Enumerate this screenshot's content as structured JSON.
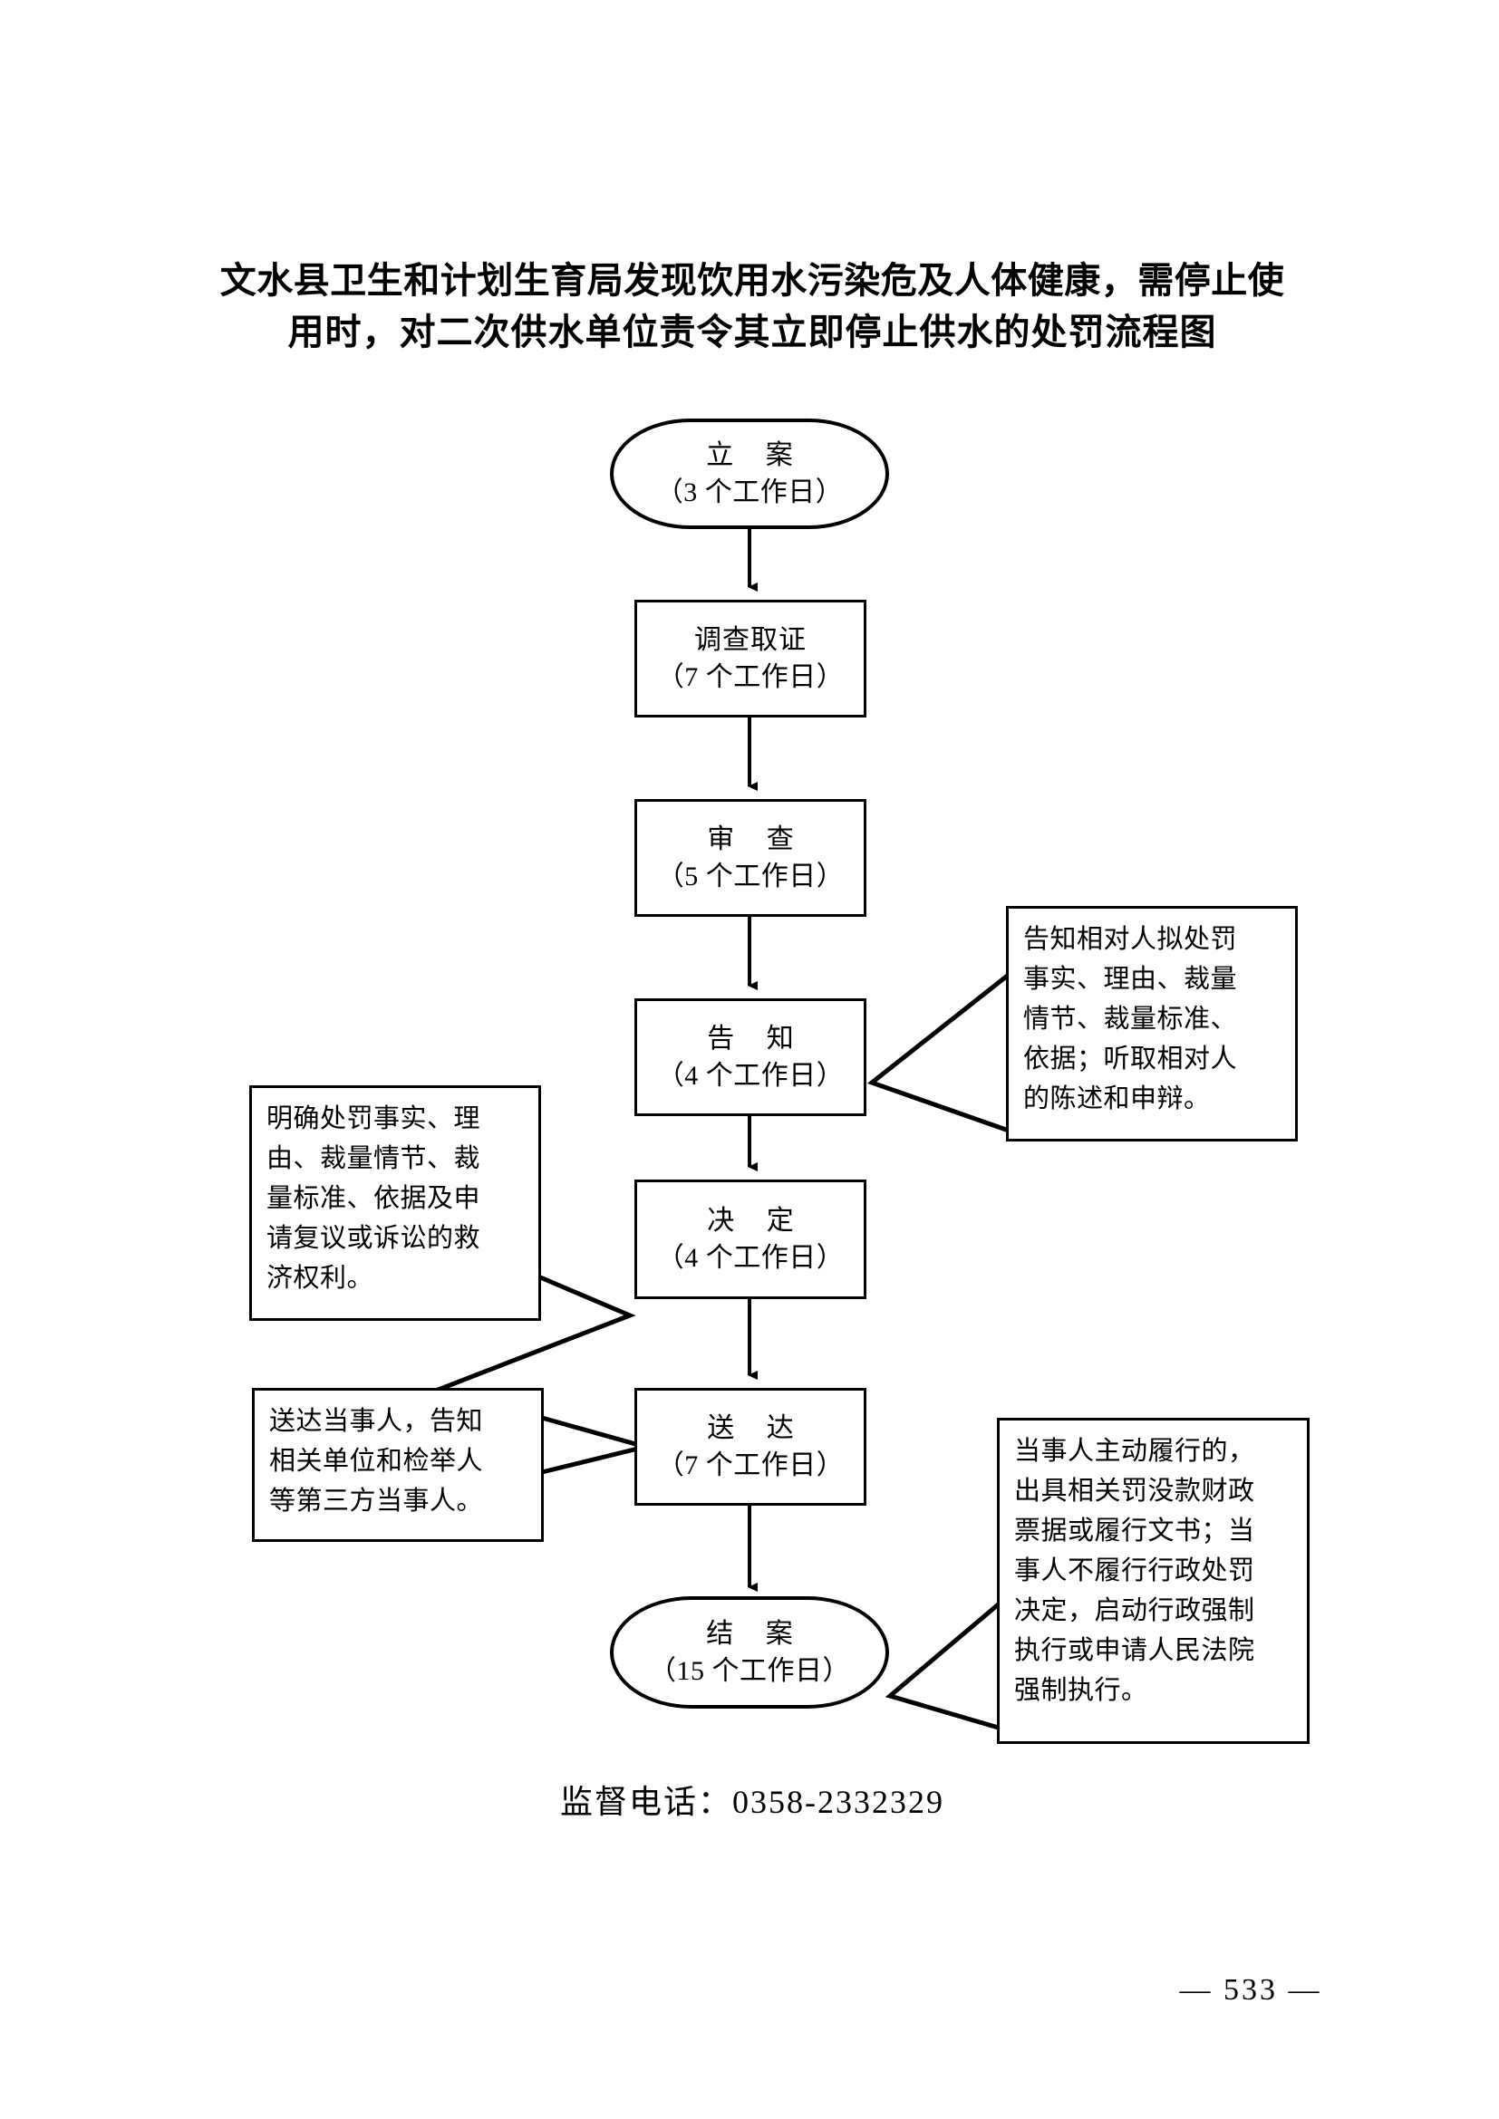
{
  "document": {
    "title_line1": "文水县卫生和计划生育局发现饮用水污染危及人体健康，需停止使",
    "title_line2": "用时，对二次供水单位责令其立即停止供水的处罚流程图",
    "hotline": "监督电话：0358-2332329",
    "page_number": "— 533 —"
  },
  "colors": {
    "ink": "#000000",
    "paper": "#ffffff"
  },
  "flow": {
    "nodes": [
      {
        "id": "liai",
        "shape": "terminal",
        "name": "立 案",
        "duration": "（3 个工作日）"
      },
      {
        "id": "diaocha",
        "shape": "process",
        "name": "调查取证",
        "duration": "（7 个工作日）"
      },
      {
        "id": "shencha",
        "shape": "process",
        "name": "审 查",
        "duration": "（5 个工作日）"
      },
      {
        "id": "gaozhi",
        "shape": "process",
        "name": "告 知",
        "duration": "（4 个工作日）"
      },
      {
        "id": "jueding",
        "shape": "process",
        "name": "决 定",
        "duration": "（4 个工作日）"
      },
      {
        "id": "songda",
        "shape": "process",
        "name": "送 达",
        "duration": "（7 个工作日）"
      },
      {
        "id": "jiean",
        "shape": "terminal",
        "name": "结 案",
        "duration": "（15 个工作日）"
      }
    ],
    "notes": [
      {
        "id": "note-gaozhi",
        "side": "right",
        "target": "gaozhi",
        "lines": [
          "告知相对人拟处罚",
          "事实、理由、裁量",
          "情节、裁量标准、",
          "依据；听取相对人",
          "的陈述和申辩。"
        ]
      },
      {
        "id": "note-jueding",
        "side": "left",
        "target": "jueding",
        "lines": [
          "明确处罚事实、理",
          "由、裁量情节、裁",
          "量标准、依据及申",
          "请复议或诉讼的救",
          "济权利。"
        ]
      },
      {
        "id": "note-songda",
        "side": "left",
        "target": "songda",
        "lines": [
          "送达当事人，告知",
          "相关单位和检举人",
          "等第三方当事人。"
        ]
      },
      {
        "id": "note-jiean",
        "side": "right",
        "target": "jiean",
        "lines": [
          "当事人主动履行的，",
          "出具相关罚没款财政",
          "票据或履行文书；当",
          "事人不履行行政处罚",
          "决定，启动行政强制",
          "执行或申请人民法院",
          "强制执行。"
        ]
      }
    ]
  }
}
